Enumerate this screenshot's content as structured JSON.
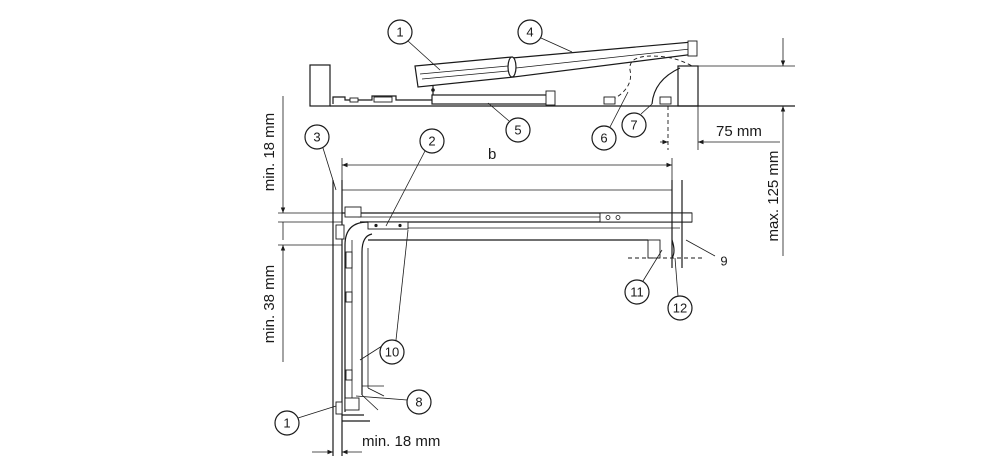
{
  "diagram": {
    "callouts": {
      "c1_top": "1",
      "c4": "4",
      "c5": "5",
      "c6": "6",
      "c7": "7",
      "c3": "3",
      "c2": "2",
      "c10": "10",
      "c8": "8",
      "c1_bottom": "1",
      "c9": "9",
      "c11": "11",
      "c12": "12"
    },
    "dimensions": {
      "b": "b",
      "d75": "75 mm",
      "max125": "max. 125 mm",
      "min18_side": "min. 18 mm",
      "min38": "min. 38 mm",
      "min18_bottom": "min. 18 mm"
    }
  },
  "colors": {
    "line": "#1a1a1a",
    "background": "#ffffff"
  }
}
